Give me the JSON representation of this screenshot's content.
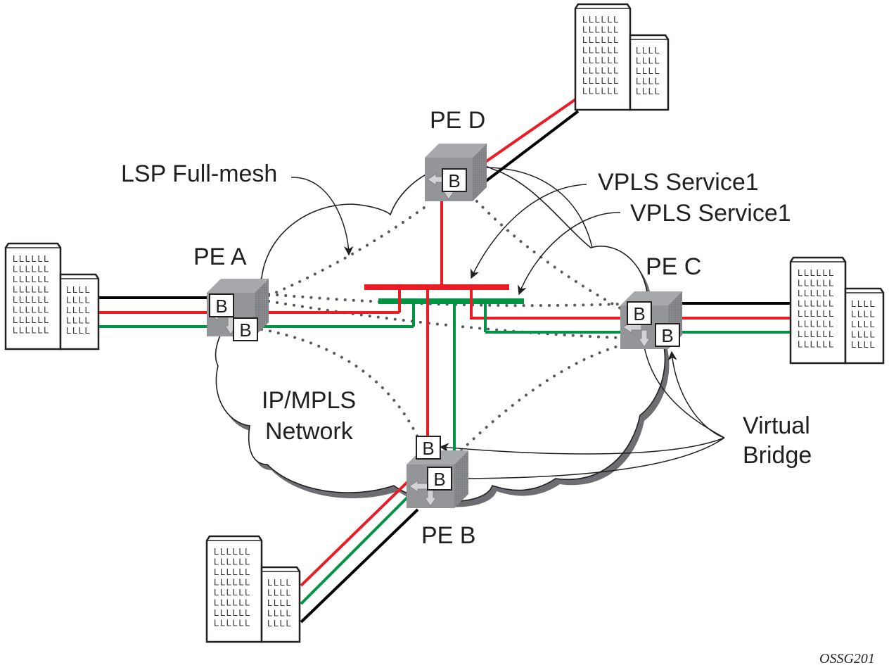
{
  "diagram": {
    "title": "VPLS Service over IP/MPLS Network",
    "figure_id": "OSSG201",
    "network_label": [
      "IP/MPLS",
      "Network"
    ],
    "callouts": {
      "lsp": "LSP Full-mesh",
      "vpls1": "VPLS Service1",
      "vpls2": "VPLS Service1",
      "vbridge": [
        "Virtual",
        "Bridge"
      ]
    },
    "bridge_label": "B",
    "colors": {
      "service_red": "#ed1c24",
      "service_green": "#009444",
      "access_black": "#000000",
      "router_gray": "#939598",
      "cloud_shadow": "#6d6e71",
      "dotted_lsp": "#58595b"
    },
    "nodes": [
      {
        "id": "pe-a",
        "label": "PE A"
      },
      {
        "id": "pe-b",
        "label": "PE B"
      },
      {
        "id": "pe-c",
        "label": "PE C"
      },
      {
        "id": "pe-d",
        "label": "PE D"
      }
    ],
    "sites": [
      {
        "id": "site-a",
        "attached_to": "PE A",
        "links": [
          "black",
          "red",
          "green"
        ]
      },
      {
        "id": "site-b",
        "attached_to": "PE B",
        "links": [
          "red",
          "green",
          "black"
        ]
      },
      {
        "id": "site-c",
        "attached_to": "PE C",
        "links": [
          "black",
          "red",
          "green"
        ]
      },
      {
        "id": "site-d",
        "attached_to": "PE D",
        "links": [
          "red",
          "black"
        ]
      }
    ],
    "building_window_glyph": "L"
  }
}
